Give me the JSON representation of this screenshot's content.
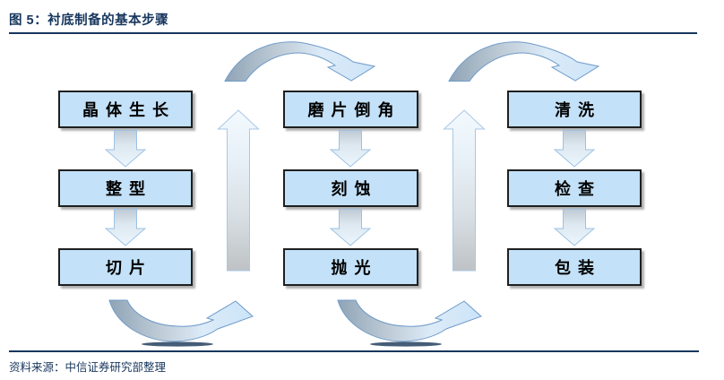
{
  "title": "图 5：衬底制备的基本步骤",
  "source_note": "资料来源：中信证券研究部整理",
  "colors": {
    "navy": "#17365D",
    "box_fill": "#C3E1F8",
    "box_border": "#1F1F1F",
    "arrow_outline": "#6F9BC9",
    "arrow_gray": "#8FA4B6",
    "arrow_light_blue": "#CBE4F9"
  },
  "flow": {
    "columns": [
      {
        "name": "column-1",
        "steps": [
          "晶体生长",
          "整型",
          "切片"
        ]
      },
      {
        "name": "column-2",
        "steps": [
          "磨片倒角",
          "刻蚀",
          "抛光"
        ]
      },
      {
        "name": "column-3",
        "steps": [
          "清洗",
          "检查",
          "包装"
        ]
      }
    ]
  }
}
